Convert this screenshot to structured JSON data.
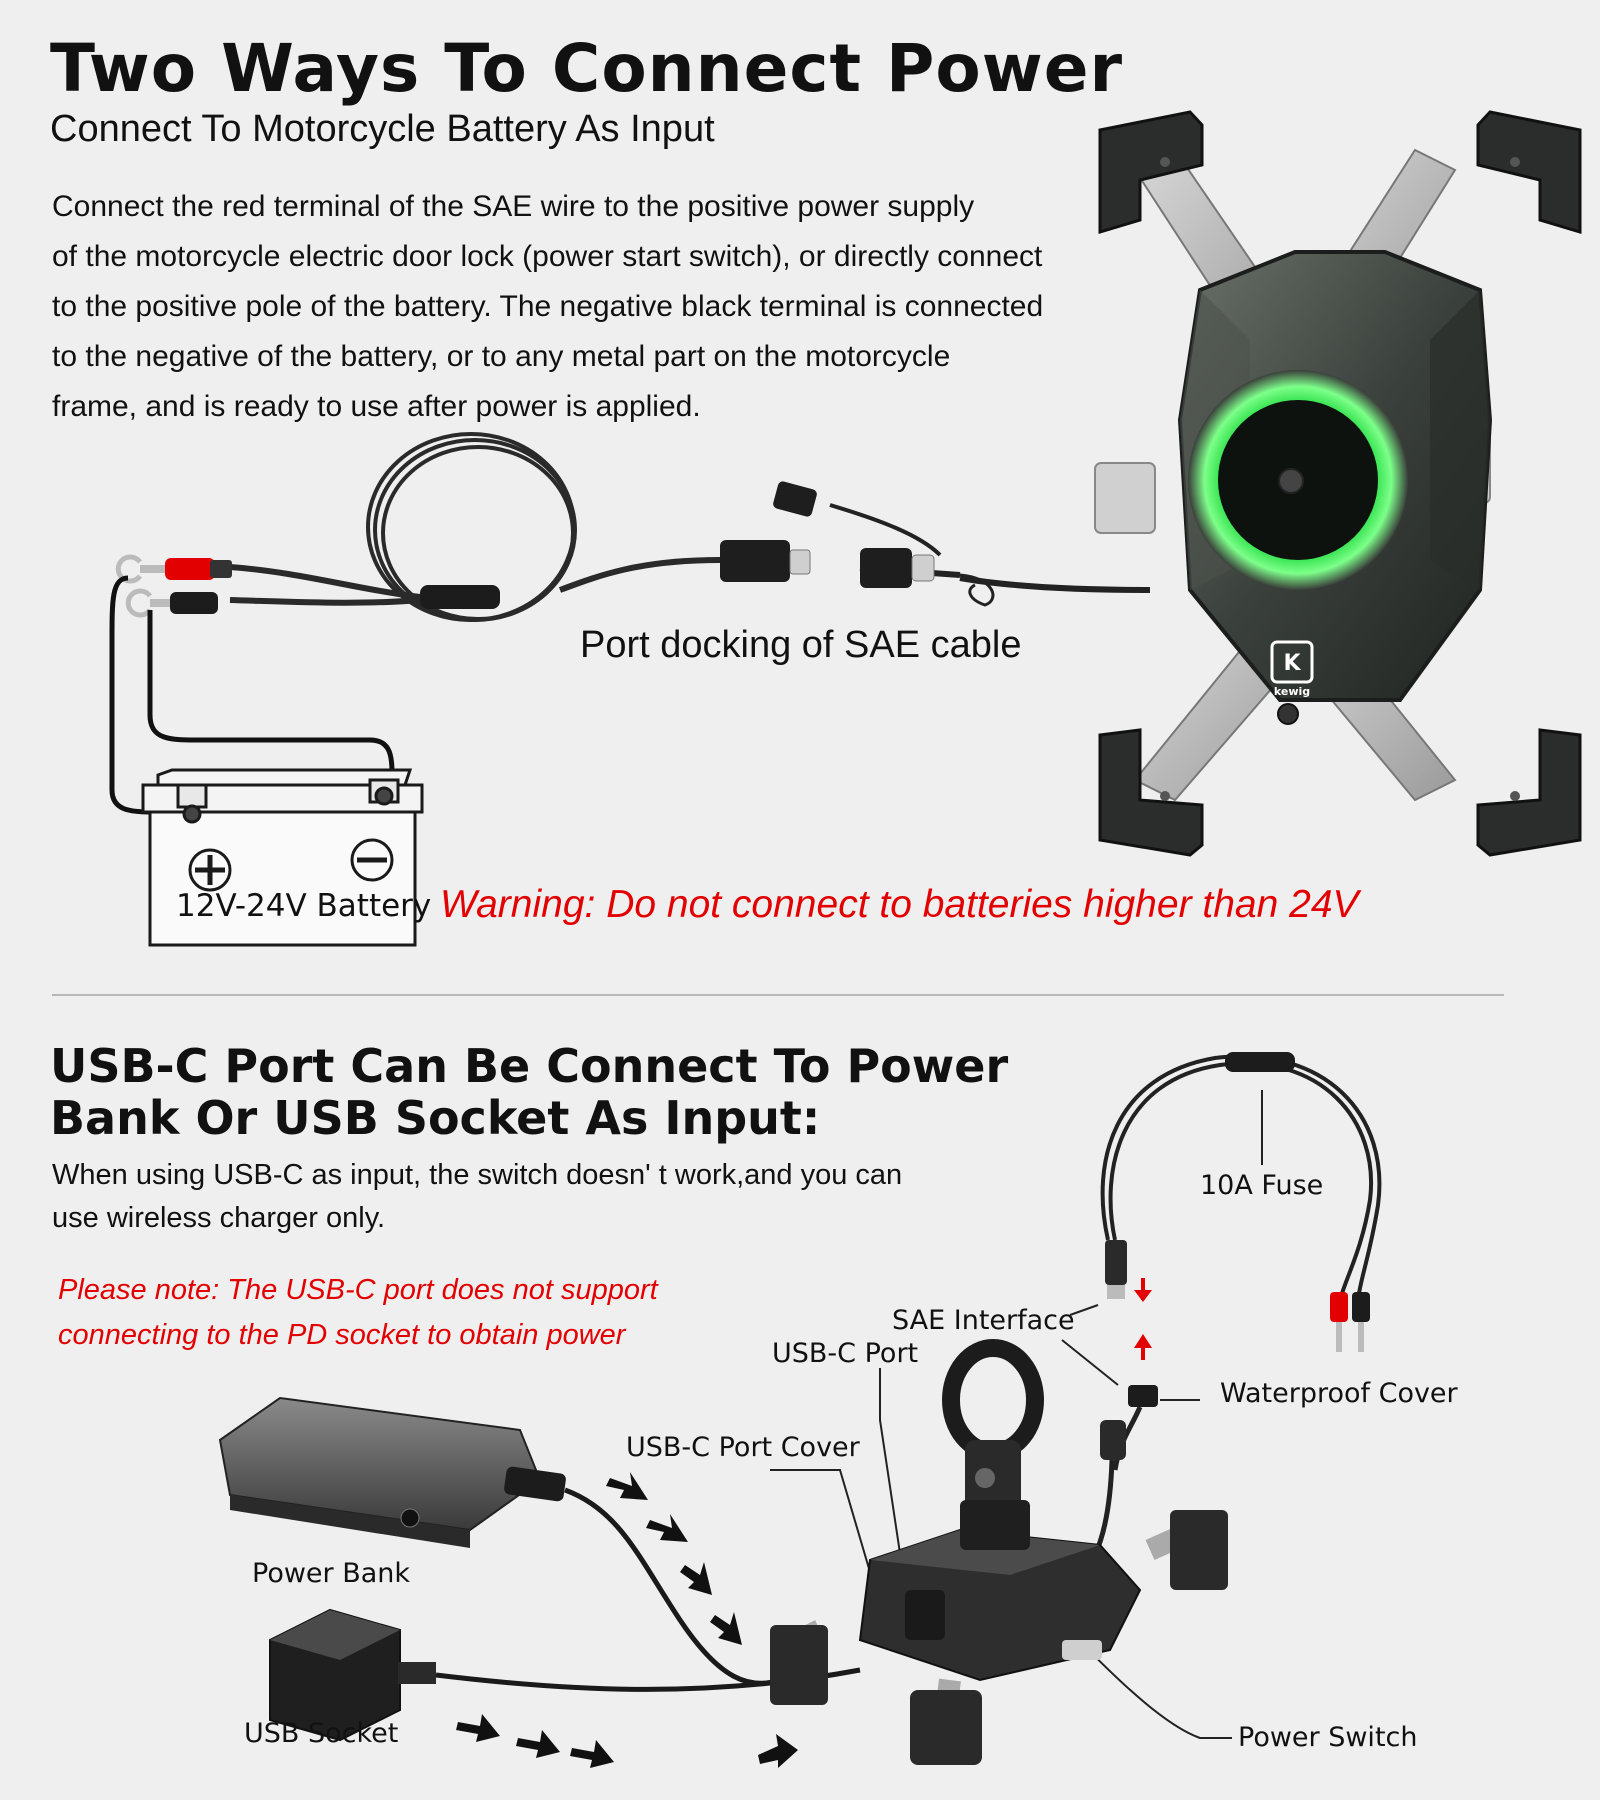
{
  "section1": {
    "title": "Two Ways To Connect Power",
    "subtitle": "Connect To Motorcycle Battery As Input",
    "paragraph": [
      "Connect the red terminal of the SAE wire to the positive power supply",
      "of the motorcycle electric door lock (power start switch), or directly connect",
      "to the positive pole of the battery. The negative black terminal is connected",
      "to the negative of the battery, or to any metal part on the motorcycle",
      "frame, and is ready to use after power is applied."
    ],
    "port_label": "Port docking of SAE cable",
    "battery_label": "12V-24V Battery",
    "warning": "Warning: Do not connect to batteries higher than 24V",
    "brand": "kewig"
  },
  "section2": {
    "title": [
      "USB-C Port Can Be Connect To Power",
      "Bank Or USB Socket As Input:"
    ],
    "paragraph": [
      "When using USB-C as input, the switch doesn' t work,and you can",
      "use wireless charger only."
    ],
    "note": [
      "Please note: The USB-C port does not support",
      "connecting to the PD socket to obtain power"
    ],
    "labels": {
      "fuse": "10A Fuse",
      "sae_interface": "SAE Interface",
      "usbc_port": "USB-C Port",
      "waterproof_cover": "Waterproof Cover",
      "usbc_port_cover": "USB-C Port Cover",
      "power_bank": "Power Bank",
      "usb_socket": "USB Socket",
      "power_switch": "Power Switch"
    }
  },
  "colors": {
    "accent_red": "#e30000",
    "ring_green": "#2fe04a",
    "background": "#efefef"
  }
}
